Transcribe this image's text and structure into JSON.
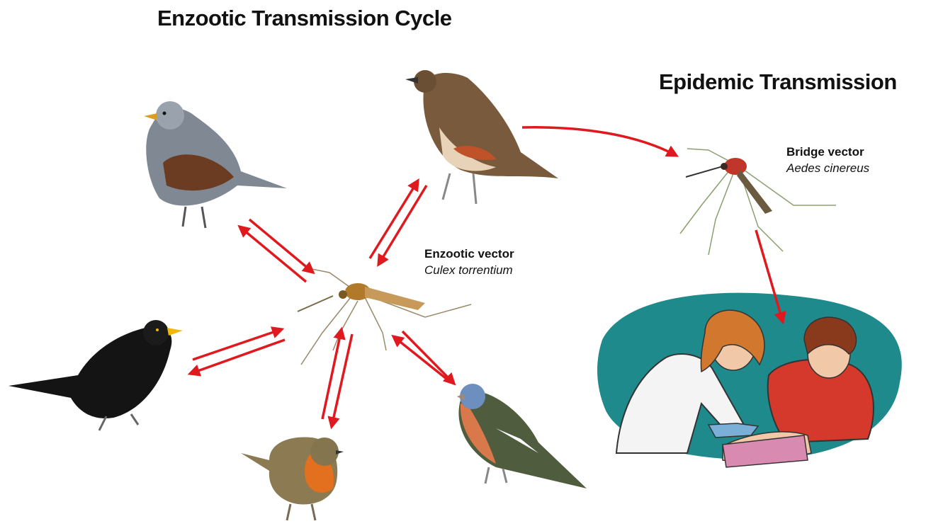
{
  "titles": {
    "enzootic_cycle": "Enzootic Transmission Cycle",
    "epidemic": "Epidemic Transmission"
  },
  "vectors": {
    "enzootic": {
      "name": "Enzootic vector",
      "species": "Culex torrentium"
    },
    "bridge": {
      "name": "Bridge vector",
      "species": "Aedes cinereus"
    }
  },
  "colors": {
    "arrow": "#e0191f",
    "patient_background": "#1e8a8c",
    "text": "#111111"
  },
  "icons": [
    "fieldfare-bird-icon",
    "redwing-bird-icon",
    "blackbird-icon",
    "robin-bird-icon",
    "chaffinch-bird-icon",
    "culex-mosquito-icon",
    "aedes-mosquito-icon",
    "doctor-figure-icon",
    "patient-figure-icon"
  ]
}
